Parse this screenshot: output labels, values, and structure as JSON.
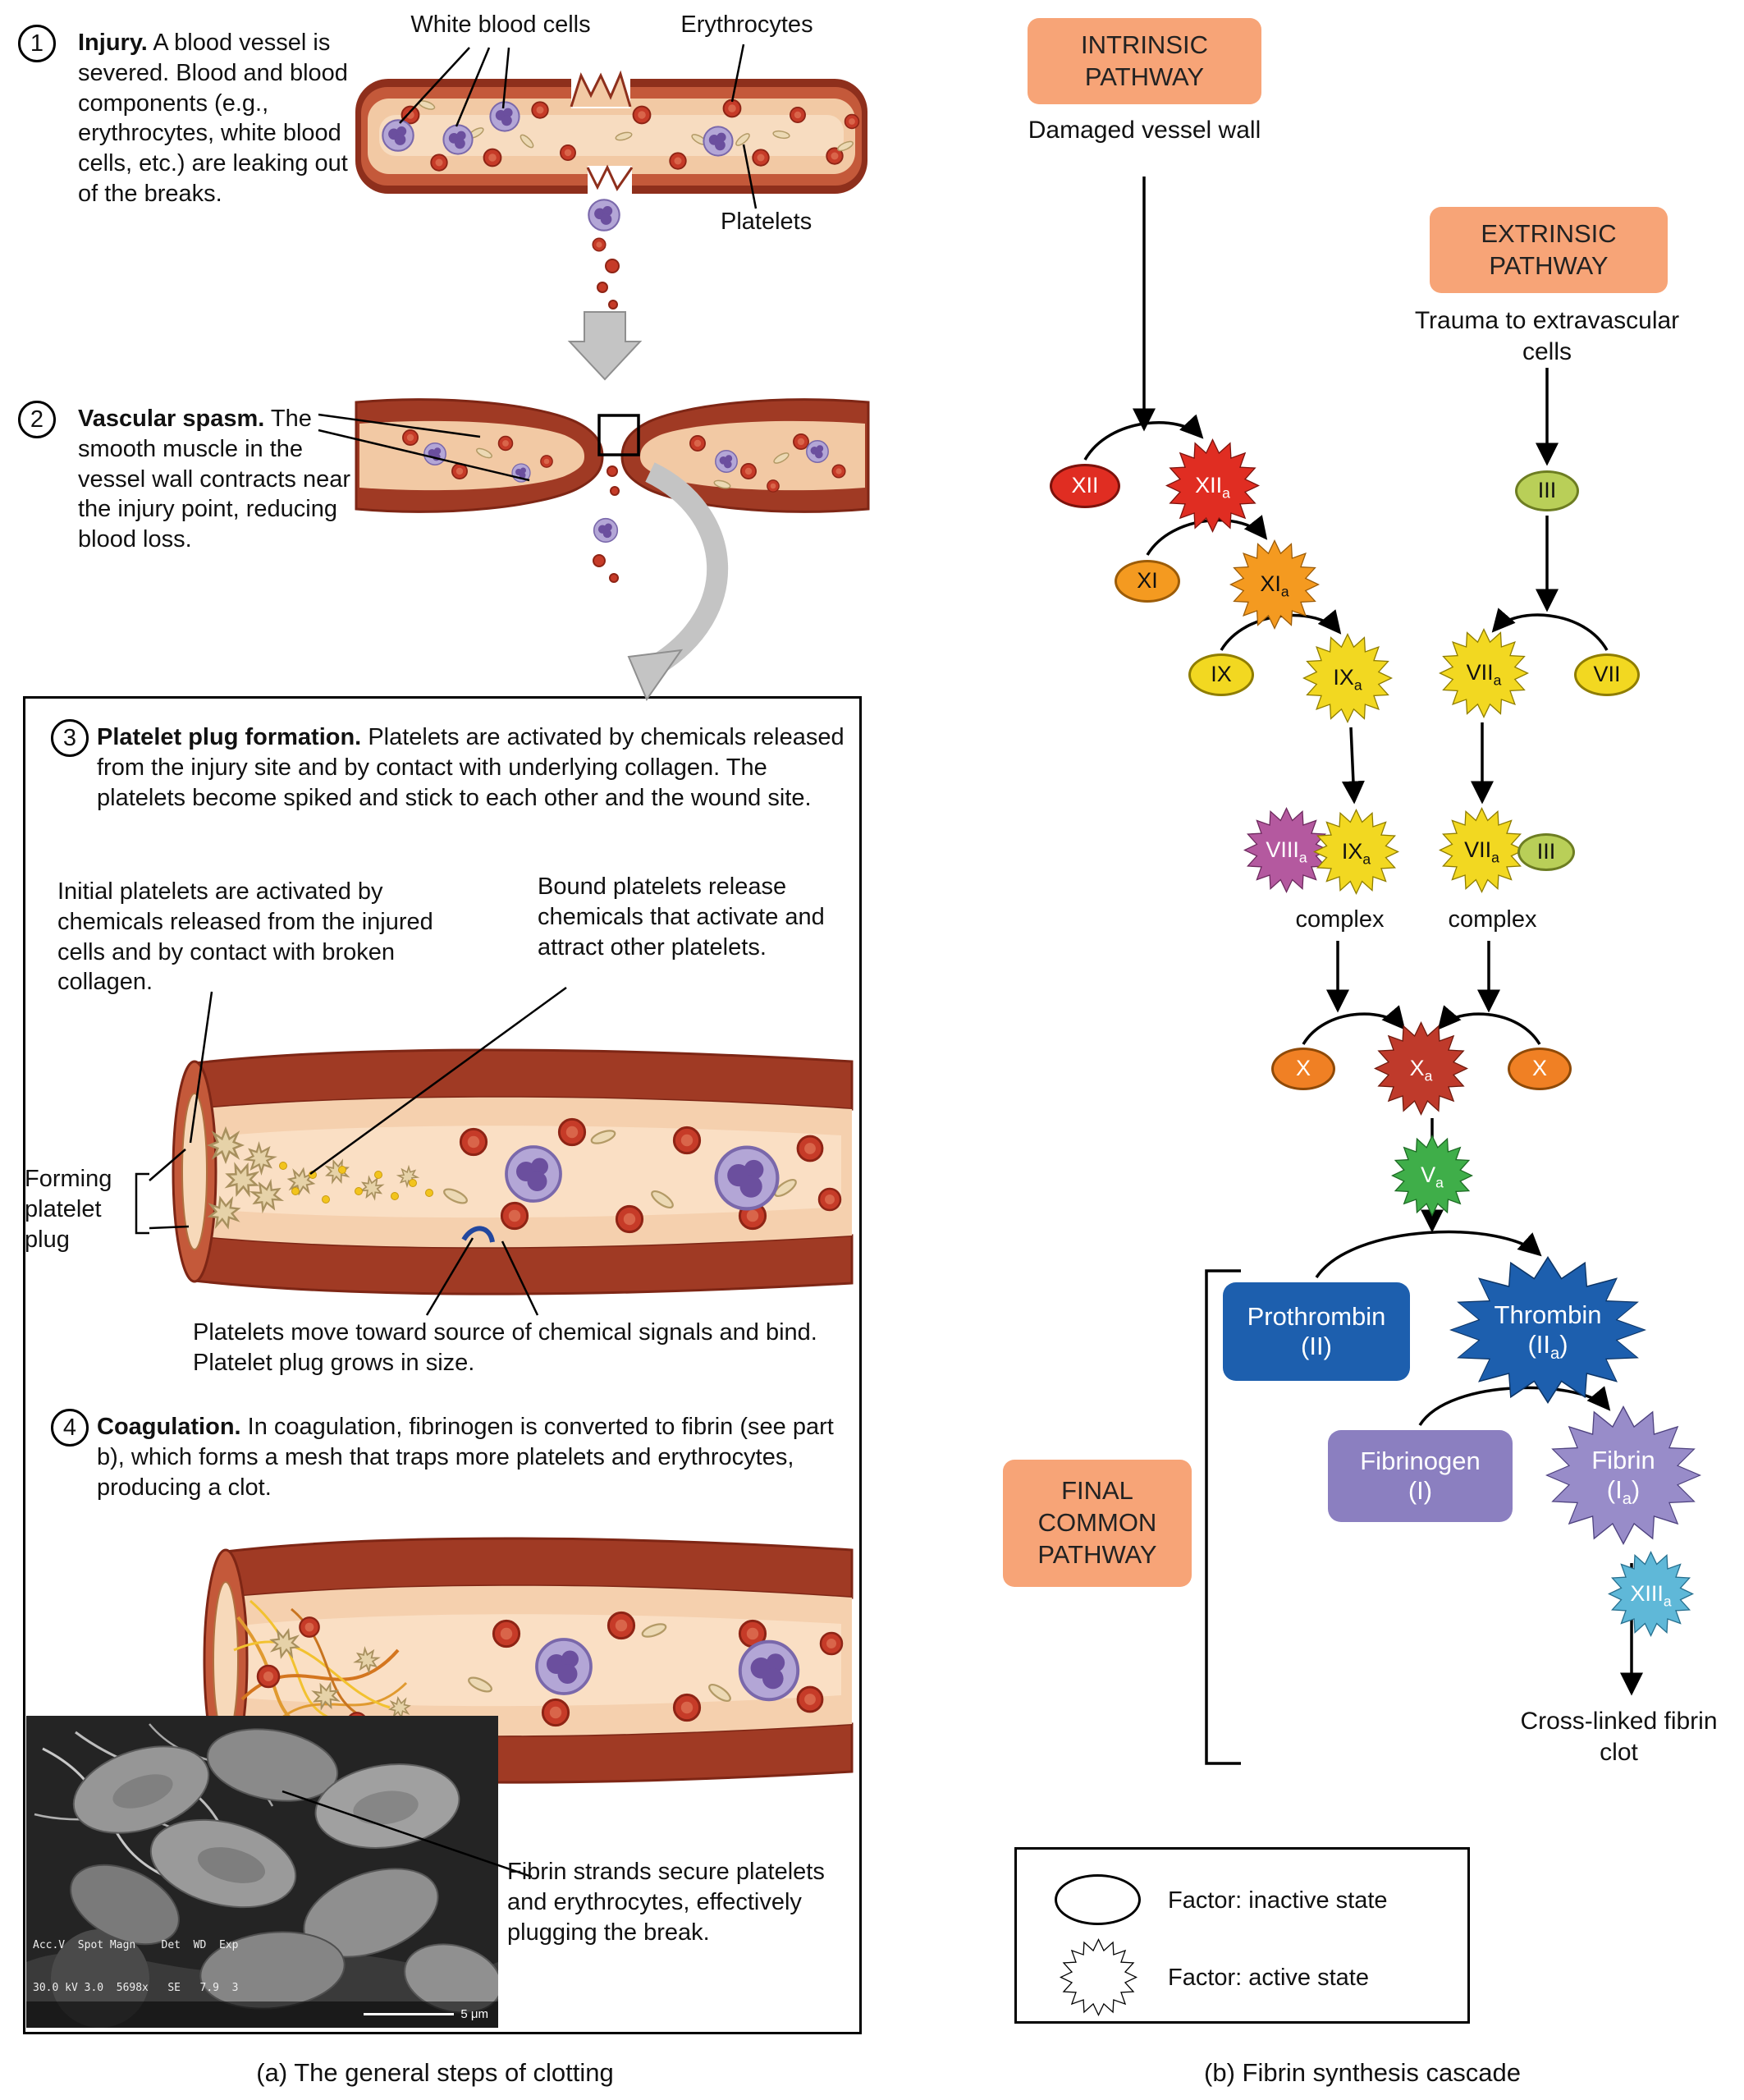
{
  "figure": {
    "caption_a": "(a) The general steps of clotting",
    "caption_b": "(b) Fibrin synthesis cascade"
  },
  "steps": {
    "s1": {
      "num": "1",
      "title": "Injury.",
      "body": "A blood vessel is severed. Blood and blood components (e.g., erythrocytes, white blood cells, etc.) are leaking out of the breaks."
    },
    "s2": {
      "num": "2",
      "title": "Vascular spasm.",
      "body": "The smooth muscle in the vessel wall contracts near the injury point, reducing blood loss."
    },
    "s3": {
      "num": "3",
      "title": "Platelet plug formation.",
      "body": "Platelets are activated by chemicals released from the injury site and by contact with underlying collagen. The platelets become spiked and stick to each other and the wound site."
    },
    "s4": {
      "num": "4",
      "title": "Coagulation.",
      "body": "In coagulation, fibrinogen is converted to fibrin (see part b), which forms a mesh that traps more platelets and erythrocytes, producing a clot."
    }
  },
  "labels": {
    "white_blood_cells": "White blood cells",
    "erythrocytes": "Erythrocytes",
    "platelets": "Platelets",
    "forming_plug": "Forming platelet plug",
    "initial_platelets": "Initial platelets are activated by chemicals released from the injured cells and by contact with broken collagen.",
    "bound_platelets": "Bound platelets release chemicals that activate and attract other platelets.",
    "platelets_move": "Platelets move toward source of chemical signals and bind. Platelet plug grows in size.",
    "fibrin_strands": "Fibrin strands secure platelets and erythrocytes, effectively plugging the break."
  },
  "micrograph": {
    "meta_line1": "Acc.V  Spot Magn    Det  WD  Exp",
    "meta_line2": "30.0 kV 3.0  5698x   SE   7.9  3",
    "scale_label": "5 μm"
  },
  "cascade": {
    "intrinsic_title": "INTRINSIC PATHWAY",
    "intrinsic_sub": "Damaged vessel wall",
    "extrinsic_title": "EXTRINSIC PATHWAY",
    "extrinsic_sub": "Trauma to extravascular cells",
    "final_title": "FINAL COMMON PATHWAY",
    "complex1": "complex",
    "complex2": "complex",
    "cross_linked": "Cross-linked fibrin clot",
    "factors": {
      "xii": {
        "pre": "XII",
        "sub": ""
      },
      "xiia": {
        "pre": "XII",
        "sub": "a"
      },
      "xi": {
        "pre": "XI",
        "sub": ""
      },
      "xia": {
        "pre": "XI",
        "sub": "a"
      },
      "ix": {
        "pre": "IX",
        "sub": ""
      },
      "ixa": {
        "pre": "IX",
        "sub": "a"
      },
      "iii": {
        "pre": "III",
        "sub": ""
      },
      "viia": {
        "pre": "VII",
        "sub": "a"
      },
      "vii": {
        "pre": "VII",
        "sub": ""
      },
      "viiia": {
        "pre": "VIII",
        "sub": "a"
      },
      "ixa2": {
        "pre": "IX",
        "sub": "a"
      },
      "viia2": {
        "pre": "VII",
        "sub": "a"
      },
      "iii2": {
        "pre": "III",
        "sub": ""
      },
      "x_left": {
        "pre": "X",
        "sub": ""
      },
      "xa": {
        "pre": "X",
        "sub": "a"
      },
      "x_right": {
        "pre": "X",
        "sub": ""
      },
      "va": {
        "pre": "V",
        "sub": "a"
      },
      "prothrombin": {
        "top": "Prothrombin",
        "pre": "(II",
        "sub": "",
        "post": ")"
      },
      "thrombin": {
        "top": "Thrombin",
        "pre": "(II",
        "sub": "a",
        "post": ")"
      },
      "fibrinogen": {
        "top": "Fibrinogen",
        "pre": "(I",
        "sub": "",
        "post": ")"
      },
      "fibrin": {
        "top": "Fibrin",
        "pre": "(I",
        "sub": "a",
        "post": ")"
      },
      "xiiia": {
        "pre": "XIII",
        "sub": "a"
      }
    }
  },
  "legend": {
    "inactive": "Factor: inactive state",
    "active": "Factor: active state"
  },
  "palette": {
    "pathway_box": "#f7a477",
    "factor_red": "#e02d22",
    "factor_orange": "#f49a20",
    "factor_yellow": "#f2d821",
    "factor_green_yellow": "#b9cf58",
    "factor_orange_deep": "#f08024",
    "factor_dark_red": "#bf3a2b",
    "factor_green": "#3fae49",
    "factor_magenta": "#b4599f",
    "factor_blue": "#1d5fae",
    "factor_purple": "#8b7fc0",
    "factor_cyan": "#5fb8d8"
  }
}
